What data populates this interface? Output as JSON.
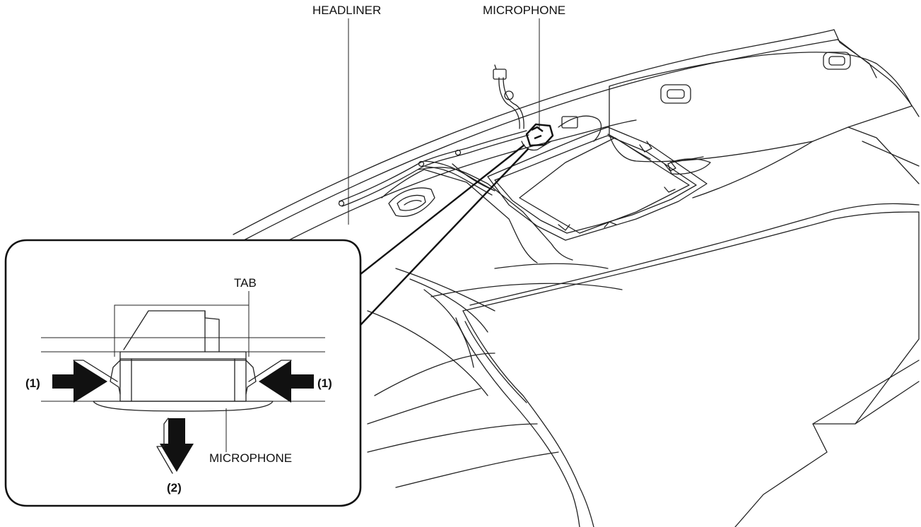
{
  "labels": {
    "headliner": "HEADLINER",
    "microphone_top": "MICROPHONE",
    "tab": "TAB",
    "microphone_detail": "MICROPHONE",
    "step_left": "(1)",
    "step_right": "(1)",
    "step_down": "(2)"
  }
}
